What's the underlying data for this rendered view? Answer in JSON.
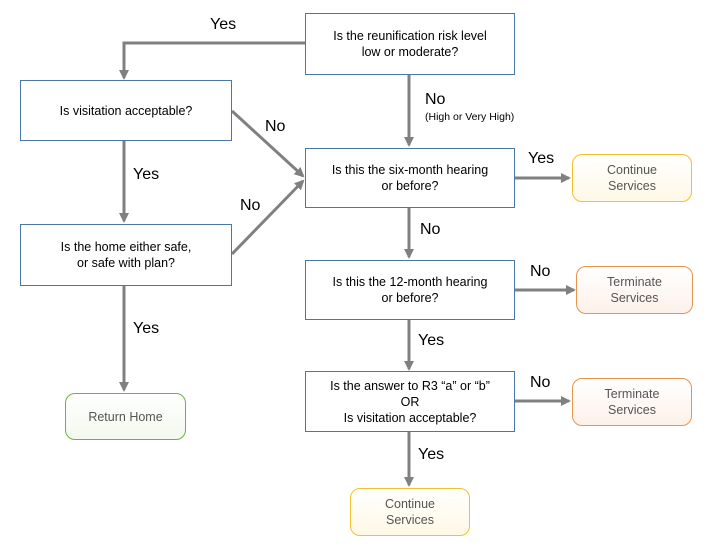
{
  "nodes": {
    "reunification_risk": "Is the reunification risk level\nlow or moderate?",
    "visitation_acceptable": "Is visitation acceptable?",
    "home_safe": "Is the home either safe,\nor safe with plan?",
    "six_month": "Is this the six-month hearing\nor before?",
    "twelve_month": "Is this the 12-month hearing\nor before?",
    "r3_question": "Is the answer to R3 “a” or “b”\nOR\nIs visitation acceptable?",
    "continue_services_1": "Continue\nServices",
    "terminate_services_1": "Terminate\nServices",
    "terminate_services_2": "Terminate\nServices",
    "continue_services_2": "Continue\nServices",
    "return_home": "Return Home"
  },
  "edge_labels": {
    "risk_yes": "Yes",
    "risk_no": "No",
    "risk_no_note": "(High or Very High)",
    "visitation_no": "No",
    "visitation_yes": "Yes",
    "home_no": "No",
    "home_yes": "Yes",
    "six_yes": "Yes",
    "six_no": "No",
    "twelve_no": "No",
    "twelve_yes": "Yes",
    "r3_no": "No",
    "r3_yes": "Yes"
  },
  "colors": {
    "box_border": "#4a76a8",
    "arrow": "#808080",
    "return_home_border": "#6db33f",
    "terminate_border": "#e6954c",
    "continue_border": "#f2c12e"
  }
}
